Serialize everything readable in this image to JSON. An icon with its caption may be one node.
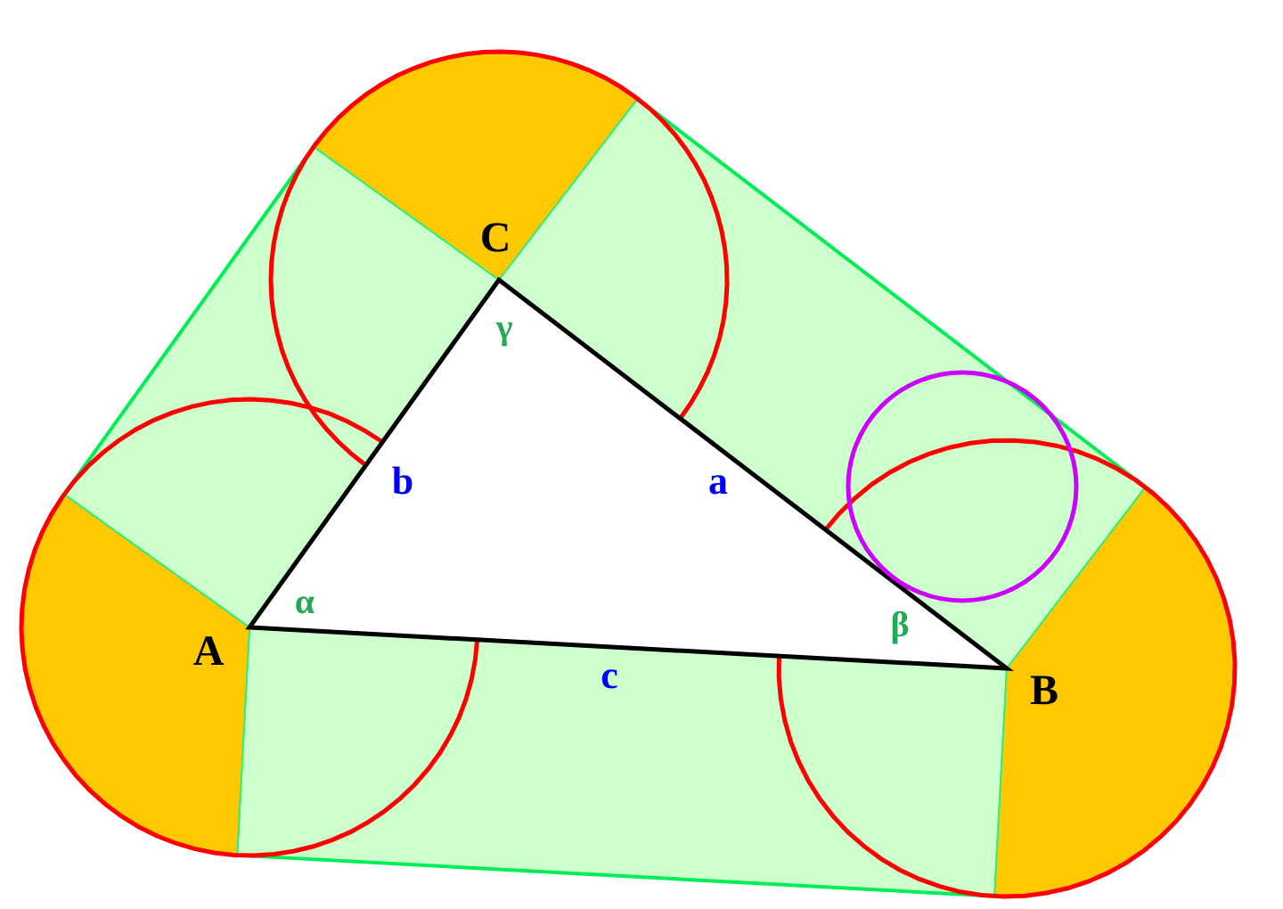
{
  "diagram": {
    "labels": [
      "C",
      "γ",
      "b",
      "a",
      "α",
      "A",
      "β",
      "c",
      "B"
    ]
  }
}
